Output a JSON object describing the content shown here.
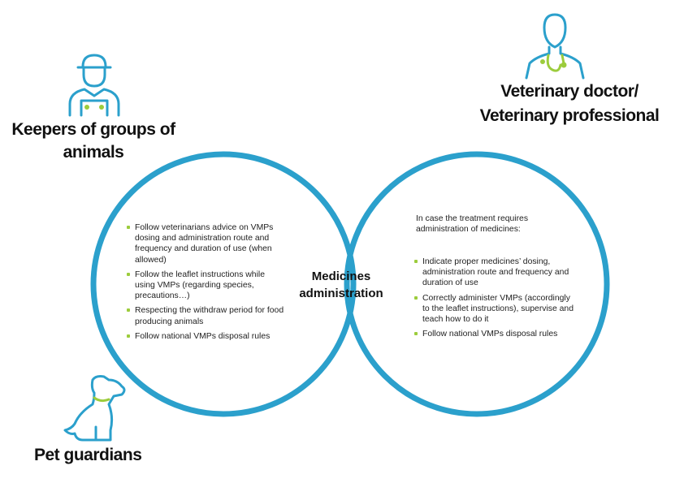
{
  "colors": {
    "circle": "#2ba0cc",
    "icon_stroke": "#2ba0cc",
    "accent": "#9ccc3c",
    "text": "#1a1a1a"
  },
  "labels": {
    "keepers": "Keepers of groups of animals",
    "vet_line1": "Veterinary doctor/",
    "vet_line2": "Veterinary professional",
    "pet": "Pet guardians"
  },
  "center": {
    "title": "Medicines administration"
  },
  "left": {
    "items": [
      "Follow veterinarians advice on VMPs dosing and administration route and frequency and duration of use (when allowed)",
      "Follow the leaflet instructions while using VMPs (regarding species, precautions…)",
      "Respecting the withdraw period for food producing animals",
      "Follow national VMPs disposal rules"
    ]
  },
  "right": {
    "intro": "In case the treatment requires administration of medicines:",
    "items": [
      "Indicate proper medicines’ dosing, administration route and frequency and duration of use",
      "Correctly administer VMPs (accordingly to the leaflet instructions), supervise and teach how to do it",
      "Follow national VMPs disposal rules"
    ]
  },
  "icons": {
    "keeper": "farmer-icon",
    "vet": "veterinarian-icon",
    "pet": "dog-icon"
  }
}
